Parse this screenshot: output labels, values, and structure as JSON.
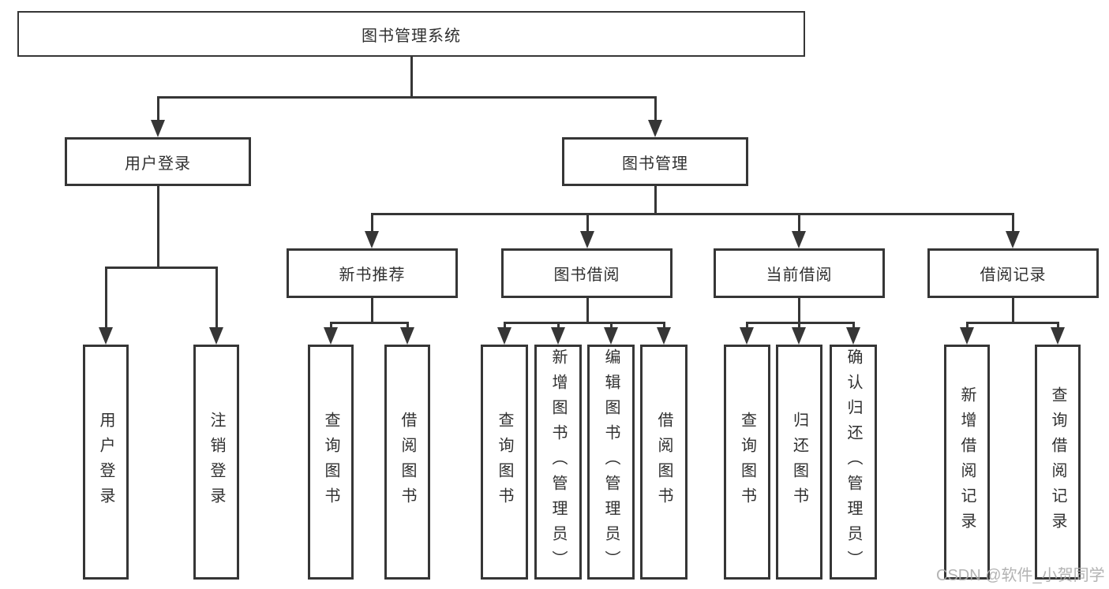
{
  "tree": {
    "root": "图书管理系统",
    "branches": [
      {
        "label": "用户登录",
        "children": [
          "用户登录",
          "注销登录"
        ]
      },
      {
        "label": "图书管理",
        "sections": [
          {
            "label": "新书推荐",
            "children": [
              "查询图书",
              "借阅图书"
            ]
          },
          {
            "label": "图书借阅",
            "children": [
              "查询图书",
              "新增图书（管理员）",
              "编辑图书（管理员）",
              "借阅图书"
            ]
          },
          {
            "label": "当前借阅",
            "children": [
              "查询图书",
              "归还图书",
              "确认归还（管理员）"
            ]
          },
          {
            "label": "借阅记录",
            "children": [
              "新增借阅记录",
              "查询借阅记录"
            ]
          }
        ]
      }
    ]
  },
  "watermark": {
    "text": "CSDN @软件_小贺同学"
  },
  "colors": {
    "line": "#363636",
    "text": "#303030",
    "background": "#ffffff",
    "watermark": "#ababab"
  }
}
